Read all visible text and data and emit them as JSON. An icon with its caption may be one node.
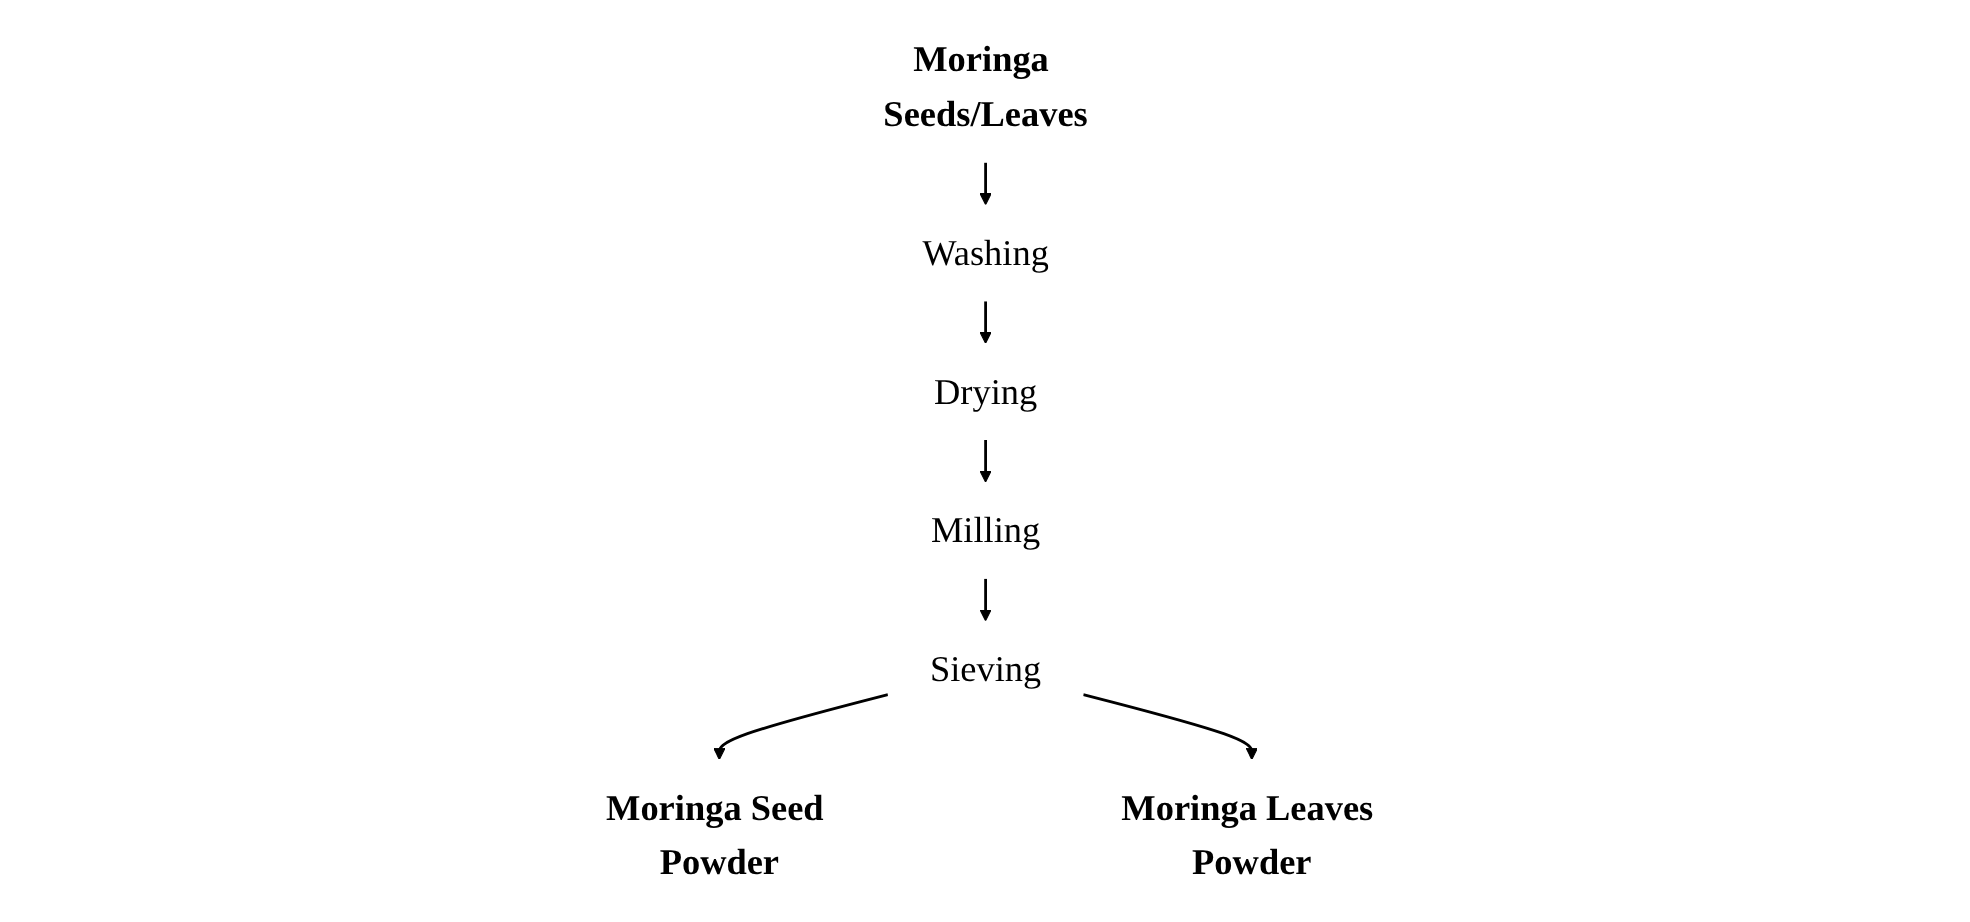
{
  "diagram": {
    "nodes": [
      {
        "text": [
          "Moringa Seeds/Leaves"
        ]
      },
      {
        "text": [
          "Washing"
        ]
      },
      {
        "text": [
          "Drying"
        ]
      },
      {
        "text": [
          "Milling"
        ]
      },
      {
        "text": [
          "Sieving"
        ]
      },
      {
        "text": [
          "Moringa Seed Powder"
        ]
      },
      {
        "text": [
          "Moringa Leaves Powder"
        ]
      }
    ],
    "edges": [
      {
        "from": 0,
        "to": 1,
        "arrow": "to"
      },
      {
        "from": 1,
        "to": 2,
        "arrow": "to"
      },
      {
        "from": 2,
        "to": 3,
        "arrow": "to"
      },
      {
        "from": 3,
        "to": 4,
        "arrow": "to"
      },
      {
        "from": 4,
        "to": 5,
        "arrow": "to"
      },
      {
        "from": 4,
        "to": 6,
        "arrow": "to"
      }
    ]
  }
}
